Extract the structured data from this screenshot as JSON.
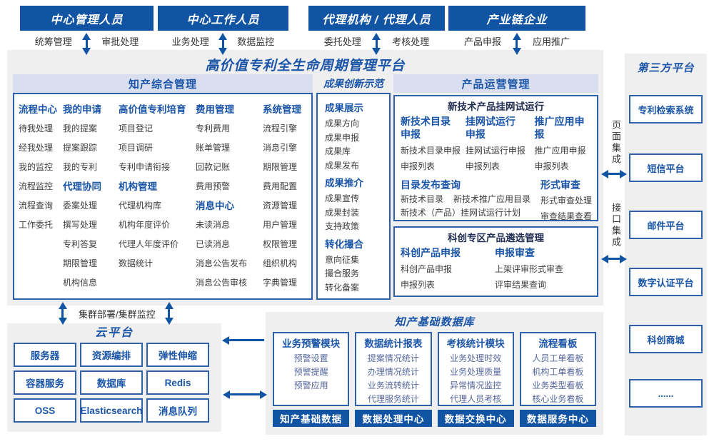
{
  "title": "高价值专利全生命周期管理平台",
  "roles": [
    {
      "title": "中心管理人员",
      "left": "统筹管理",
      "right": "审批处理"
    },
    {
      "title": "中心工作人员",
      "left": "业务处理",
      "right": "数据监控"
    },
    {
      "title": "代理机构 / 代理人员",
      "left": "委托处理",
      "right": "考核处理"
    },
    {
      "title": "产业链企业",
      "left": "产品申报",
      "right": "应用推广"
    }
  ],
  "ip": {
    "title": "知产综合管理",
    "cols": [
      {
        "entries": [
          {
            "k": "h",
            "t": "流程中心"
          },
          {
            "k": "i",
            "t": "待我处理"
          },
          {
            "k": "i",
            "t": "经我处理"
          },
          {
            "k": "i",
            "t": "我的监控"
          },
          {
            "k": "i",
            "t": "流程监控"
          },
          {
            "k": "i",
            "t": "流程查询"
          },
          {
            "k": "i",
            "t": "工作委托"
          }
        ]
      },
      {
        "entries": [
          {
            "k": "h",
            "t": "我的申请"
          },
          {
            "k": "i",
            "t": "我的提案"
          },
          {
            "k": "i",
            "t": "提案跟踪"
          },
          {
            "k": "i",
            "t": "我的专利"
          },
          {
            "k": "h",
            "t": "代理协同"
          },
          {
            "k": "i",
            "t": "委案处理"
          },
          {
            "k": "i",
            "t": "撰写处理"
          },
          {
            "k": "i",
            "t": "专利答复"
          },
          {
            "k": "i",
            "t": "期限管理"
          },
          {
            "k": "i",
            "t": "机构信息"
          }
        ]
      },
      {
        "entries": [
          {
            "k": "h",
            "t": "高价值专利培育"
          },
          {
            "k": "i",
            "t": "项目登记"
          },
          {
            "k": "i",
            "t": "项目调研"
          },
          {
            "k": "i",
            "t": "专利申请衔接"
          },
          {
            "k": "h",
            "t": "机构管理"
          },
          {
            "k": "i",
            "t": "代理机构库"
          },
          {
            "k": "i",
            "t": "机构年度评价"
          },
          {
            "k": "i",
            "t": "代理人年度评价"
          },
          {
            "k": "i",
            "t": "数据统计"
          }
        ]
      },
      {
        "entries": [
          {
            "k": "h",
            "t": "费用管理"
          },
          {
            "k": "i",
            "t": "专利费用"
          },
          {
            "k": "i",
            "t": "账单管理"
          },
          {
            "k": "i",
            "t": "回款记账"
          },
          {
            "k": "i",
            "t": "费用预警"
          },
          {
            "k": "h",
            "t": "消息中心"
          },
          {
            "k": "i",
            "t": "未读消息"
          },
          {
            "k": "i",
            "t": "已读消息"
          },
          {
            "k": "i",
            "t": "消息公告发布"
          },
          {
            "k": "i",
            "t": "消息公告审核"
          }
        ]
      },
      {
        "entries": [
          {
            "k": "h",
            "t": "系统管理"
          },
          {
            "k": "i",
            "t": "流程引擎"
          },
          {
            "k": "i",
            "t": "消息引擎"
          },
          {
            "k": "i",
            "t": "期限管理"
          },
          {
            "k": "i",
            "t": "费用配置"
          },
          {
            "k": "i",
            "t": "资源管理"
          },
          {
            "k": "i",
            "t": "用户管理"
          },
          {
            "k": "i",
            "t": "权限管理"
          },
          {
            "k": "i",
            "t": "组织机构"
          },
          {
            "k": "i",
            "t": "字典管理"
          }
        ]
      }
    ]
  },
  "achv": {
    "title": "成果创新示范",
    "entries": [
      {
        "k": "h",
        "t": "成果展示"
      },
      {
        "k": "i",
        "t": "成果方向"
      },
      {
        "k": "i",
        "t": "成果申报"
      },
      {
        "k": "i",
        "t": "成果库"
      },
      {
        "k": "i",
        "t": "成果发布"
      },
      {
        "k": "h",
        "t": "成果推介"
      },
      {
        "k": "i",
        "t": "成果宣传"
      },
      {
        "k": "i",
        "t": "成果封装"
      },
      {
        "k": "i",
        "t": "支持政策"
      },
      {
        "k": "h",
        "t": "转化撮合"
      },
      {
        "k": "i",
        "t": "意向征集"
      },
      {
        "k": "i",
        "t": "撮合服务"
      },
      {
        "k": "i",
        "t": "转化备案"
      }
    ]
  },
  "product": {
    "title": "产品运营管理",
    "boxA": {
      "title": "新技术产品挂网试运行",
      "cols": [
        {
          "header": "新技术目录申报",
          "item1": "新技术目录申报",
          "item2": "申报列表"
        },
        {
          "header": "挂网试运行申报",
          "item1": "挂网试运行申报",
          "item2": "申报列表"
        },
        {
          "header": "推广应用申报",
          "item1": "推广应用申报",
          "item2": "申报列表"
        }
      ],
      "catalog": {
        "header": "目录发布查询",
        "item1": "新技术目录",
        "item2": "新技术推广应用目录",
        "item3": "新技术（产品）挂网试运行计划"
      },
      "review": {
        "header": "形式审查",
        "item1": "形式审查处理",
        "item2": "审查结果查看"
      }
    },
    "boxB": {
      "title": "科创专区产品遴选管理",
      "col1": {
        "header": "科创产品申报",
        "item1": "科创产品申报",
        "item2": "申报列表"
      },
      "col2": {
        "header": "申报审查",
        "item1": "上架评审形式审查",
        "item2": "评审结果查询"
      }
    }
  },
  "integration": {
    "page": "页面集成",
    "api": "接口集成"
  },
  "third_party": {
    "title": "第三方平台",
    "items": [
      "专利检索系统",
      "短信平台",
      "邮件平台",
      "数字认证平台",
      "科创商城",
      "......"
    ]
  },
  "cluster_label": "集群部署/集群监控",
  "cloud": {
    "title": "云平台",
    "items": [
      "服务器",
      "资源编排",
      "弹性伸缩",
      "容器服务",
      "数据库",
      "Redis",
      "OSS",
      "Elasticsearch",
      "消息队列"
    ]
  },
  "db": {
    "title": "知产基础数据库",
    "cols": [
      {
        "title": "业务预警模块",
        "items": [
          "预警设置",
          "预警提醒",
          "预警应用"
        ]
      },
      {
        "title": "数据统计报表",
        "items": [
          "提案情况统计",
          "办理情况统计",
          "业务流转统计",
          "代理服务统计"
        ]
      },
      {
        "title": "考核统计模块",
        "items": [
          "业务处理时效",
          "业务处理质量",
          "异常情况监控",
          "代理人员考核"
        ]
      },
      {
        "title": "流程看板",
        "items": [
          "人员工单看板",
          "机构工单看板",
          "业务类型看板",
          "核心业务看板"
        ]
      }
    ],
    "bottom": [
      "知产基础数据",
      "数据处理中心",
      "数据交换中心",
      "数据服务中心"
    ]
  },
  "colors": {
    "primary": "#1254a4",
    "panel_bg": "#efefef",
    "band_bg": "#d9dfee",
    "border_blue": "#2e61ab",
    "item_gray": "#3e3e3e",
    "db_item_blue": "#55669e"
  }
}
